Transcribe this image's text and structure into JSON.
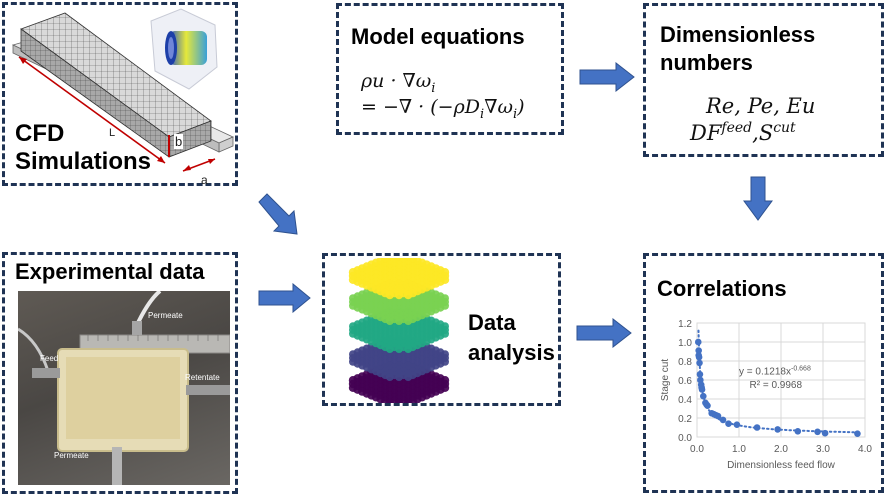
{
  "boxes": {
    "cfd": {
      "title_line1": "CFD",
      "title_line2": "Simulations",
      "labels": {
        "length": "L",
        "height": "b",
        "width": "a"
      }
    },
    "model": {
      "title": "Model equations",
      "eq_line1": "ρu · ∇ω",
      "eq_line1_sub": "i",
      "eq_line2": "= −∇ · (−ρD",
      "eq_line2_sub1": "i",
      "eq_line2_mid": "∇ω",
      "eq_line2_sub2": "i",
      "eq_line2_end": ")"
    },
    "dimensionless": {
      "title_line1": "Dimensionless",
      "title_line2": "numbers",
      "vars_line1": "Re, Pe, Eu",
      "vars_line2_a": "DF",
      "vars_line2_a_sup": "feed",
      "vars_line2_b": ",S",
      "vars_line2_b_sup": "cut"
    },
    "experimental": {
      "title": "Experimental data",
      "photo_labels": {
        "permeate_top": "Permeate",
        "feed": "Feed",
        "retentate": "Retentate",
        "permeate_bottom": "Permeate"
      }
    },
    "analysis": {
      "title_line1": "Data",
      "title_line2": "analysis"
    },
    "correlations": {
      "title": "Correlations"
    }
  },
  "colors": {
    "border": "#1f3354",
    "arrow": "#4472c4",
    "arrow_edge": "#2f528f",
    "series": "#4472c4"
  },
  "chart_data": {
    "type": "scatter",
    "title": "",
    "xlabel": "Dimensionless feed flow",
    "ylabel": "Stage cut",
    "xlim": [
      0,
      4.0
    ],
    "ylim": [
      0,
      1.2
    ],
    "xticks": [
      "0.0",
      "1.0",
      "2.0",
      "3.0",
      "4.0"
    ],
    "yticks": [
      "0.0",
      "0.2",
      "0.4",
      "0.6",
      "0.8",
      "1.0",
      "1.2"
    ],
    "grid": true,
    "annotation_line1": "y = 0.1218x",
    "annotation_exp": "-0.668",
    "annotation_line2": "R² = 0.9968",
    "trendline": {
      "type": "power",
      "a": 0.1218,
      "b": -0.668,
      "r2": 0.9968
    },
    "points": [
      [
        0.03,
        1.0
      ],
      [
        0.04,
        0.91
      ],
      [
        0.04,
        0.86
      ],
      [
        0.05,
        0.84
      ],
      [
        0.06,
        0.78
      ],
      [
        0.07,
        0.66
      ],
      [
        0.08,
        0.6
      ],
      [
        0.1,
        0.55
      ],
      [
        0.11,
        0.52
      ],
      [
        0.12,
        0.5
      ],
      [
        0.15,
        0.43
      ],
      [
        0.2,
        0.36
      ],
      [
        0.23,
        0.34
      ],
      [
        0.25,
        0.33
      ],
      [
        0.35,
        0.25
      ],
      [
        0.4,
        0.24
      ],
      [
        0.45,
        0.23
      ],
      [
        0.5,
        0.22
      ],
      [
        0.62,
        0.18
      ],
      [
        0.75,
        0.14
      ],
      [
        0.95,
        0.13
      ],
      [
        1.43,
        0.1
      ],
      [
        1.92,
        0.08
      ],
      [
        2.4,
        0.06
      ],
      [
        2.87,
        0.055
      ],
      [
        3.05,
        0.04
      ],
      [
        3.82,
        0.035
      ]
    ]
  }
}
